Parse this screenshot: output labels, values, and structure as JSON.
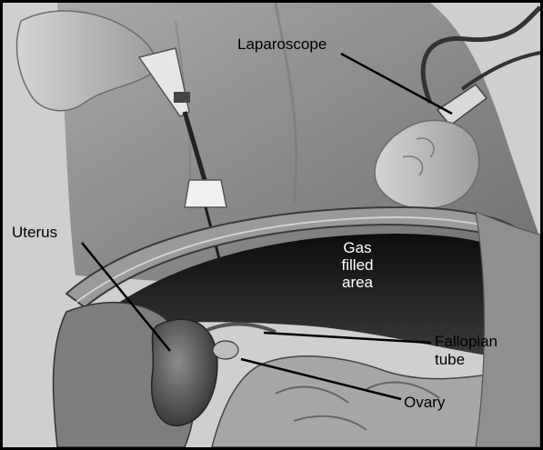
{
  "diagram": {
    "labels": {
      "laparoscope": "Laparoscope",
      "uterus": "Uterus",
      "gas_filled_area": "Gas\nfilled\narea",
      "fallopian_tube": "Fallopian\ntube",
      "ovary": "Ovary"
    },
    "colors": {
      "frame": "#000000",
      "background": "#ffffff",
      "drape": "#8c8c8c",
      "cavity": "#1a1a1a",
      "skin": "#b5b5b5",
      "leader_line": "#000000"
    }
  }
}
